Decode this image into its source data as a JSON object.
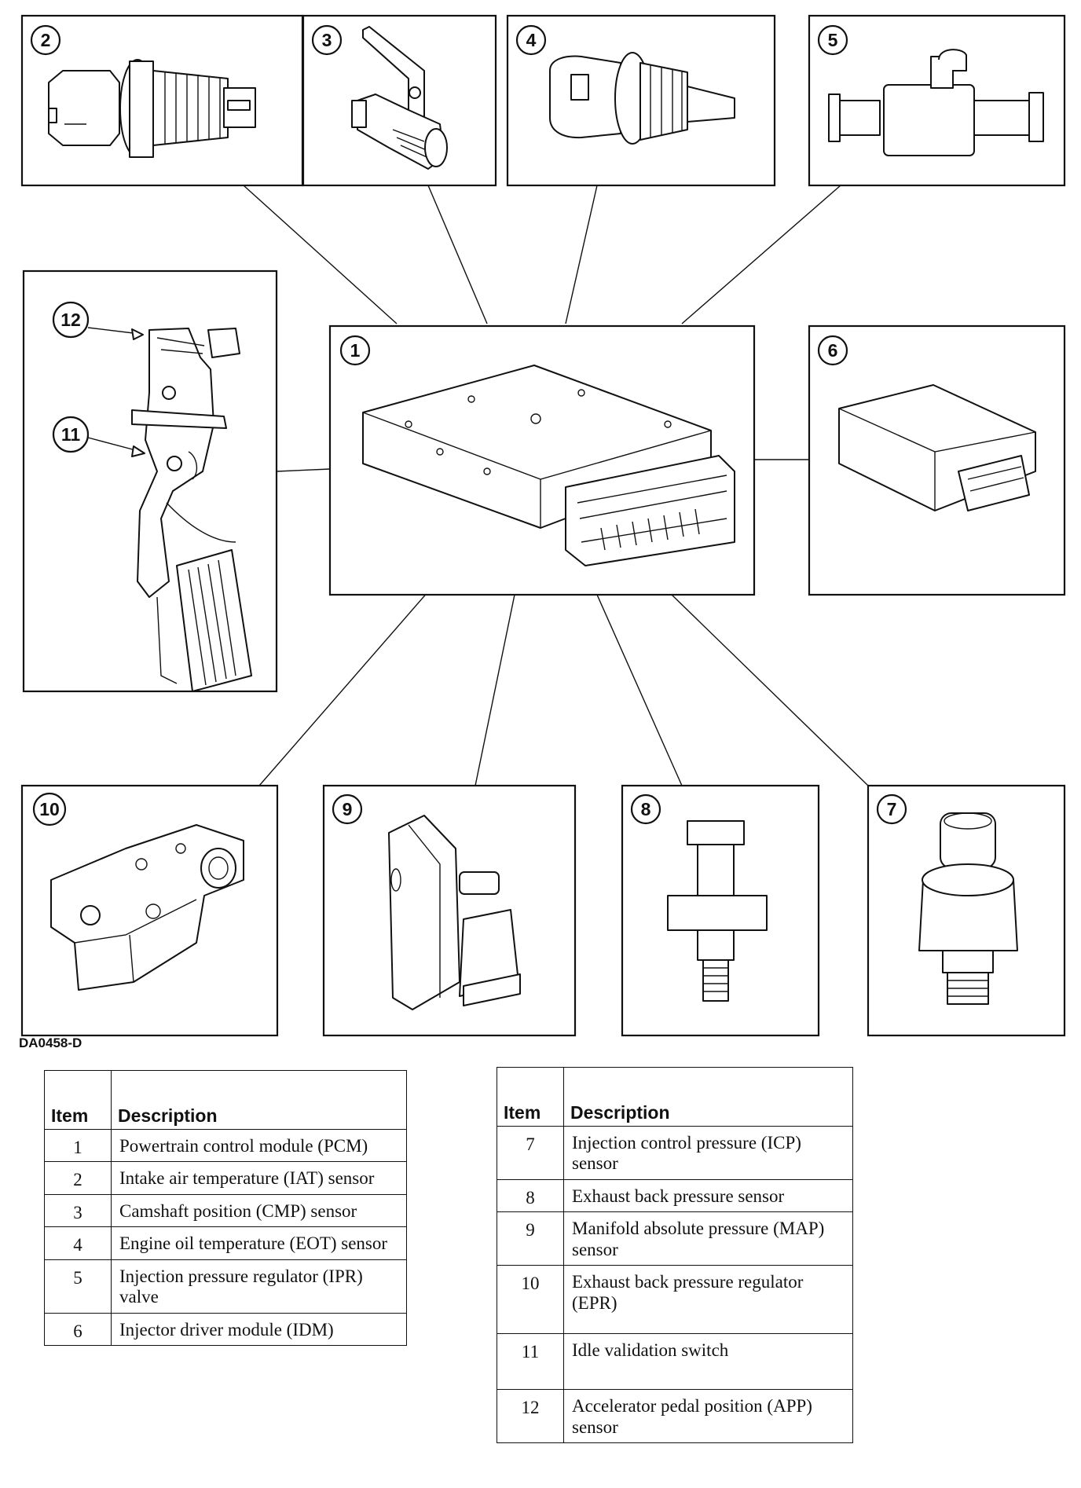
{
  "figure_id": "DA0458-D",
  "callouts": {
    "c1": "1",
    "c2": "2",
    "c3": "3",
    "c4": "4",
    "c5": "5",
    "c6": "6",
    "c7": "7",
    "c8": "8",
    "c9": "9",
    "c10": "10",
    "c11": "11",
    "c12": "12"
  },
  "legend_left": {
    "header_item": "Item",
    "header_description": "Description",
    "rows": [
      {
        "item": "1",
        "description": "Powertrain control module (PCM)"
      },
      {
        "item": "2",
        "description": "Intake air temperature (IAT) sensor"
      },
      {
        "item": "3",
        "description": "Camshaft position (CMP) sensor"
      },
      {
        "item": "4",
        "description": "Engine oil temperature (EOT) sensor"
      },
      {
        "item": "5",
        "description": "Injection pressure regulator (IPR) valve"
      },
      {
        "item": "6",
        "description": "Injector driver module (IDM)"
      }
    ]
  },
  "legend_right": {
    "header_item": "Item",
    "header_description": "Description",
    "rows": [
      {
        "item": "7",
        "description": "Injection control pressure (ICP) sensor"
      },
      {
        "item": "8",
        "description": "Exhaust back pressure sensor"
      },
      {
        "item": "9",
        "description": "Manifold absolute pressure (MAP) sensor"
      },
      {
        "item": "10",
        "description": "Exhaust back pressure regulator (EPR)"
      },
      {
        "item": "11",
        "description": "Idle validation switch"
      },
      {
        "item": "12",
        "description": "Accelerator pedal position (APP) sensor"
      }
    ]
  }
}
